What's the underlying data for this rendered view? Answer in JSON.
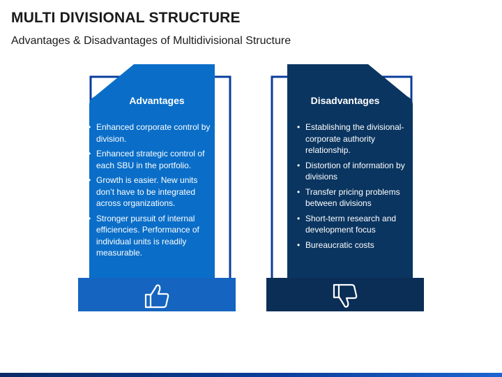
{
  "page": {
    "title": "MULTI DIVISIONAL STRUCTURE",
    "subtitle": "Advantages & Disadvantages of Multidivisional Structure"
  },
  "colors": {
    "advantages": "#0a6ec8",
    "advantages_base": "#1565c0",
    "disadvantages": "#0a3560",
    "disadvantages_base": "#0a2e55",
    "outline": "#0a3d9c"
  },
  "advantages": {
    "heading": "Advantages",
    "icon": "thumbs-up-icon",
    "items": [
      "Enhanced corporate control by division.",
      "Enhanced strategic control of each SBU in the portfolio.",
      "Growth is easier. New units don’t have to be integrated across organizations.",
      "Stronger pursuit of internal efficiencies. Performance of individual units is readily measurable."
    ]
  },
  "disadvantages": {
    "heading": "Disadvantages",
    "icon": "thumbs-down-icon",
    "items": [
      "Establishing the divisional-corporate authority relationship.",
      "Distortion of information by divisions",
      "Transfer pricing problems between divisions",
      "Short-term research and development focus",
      "Bureaucratic costs"
    ]
  }
}
